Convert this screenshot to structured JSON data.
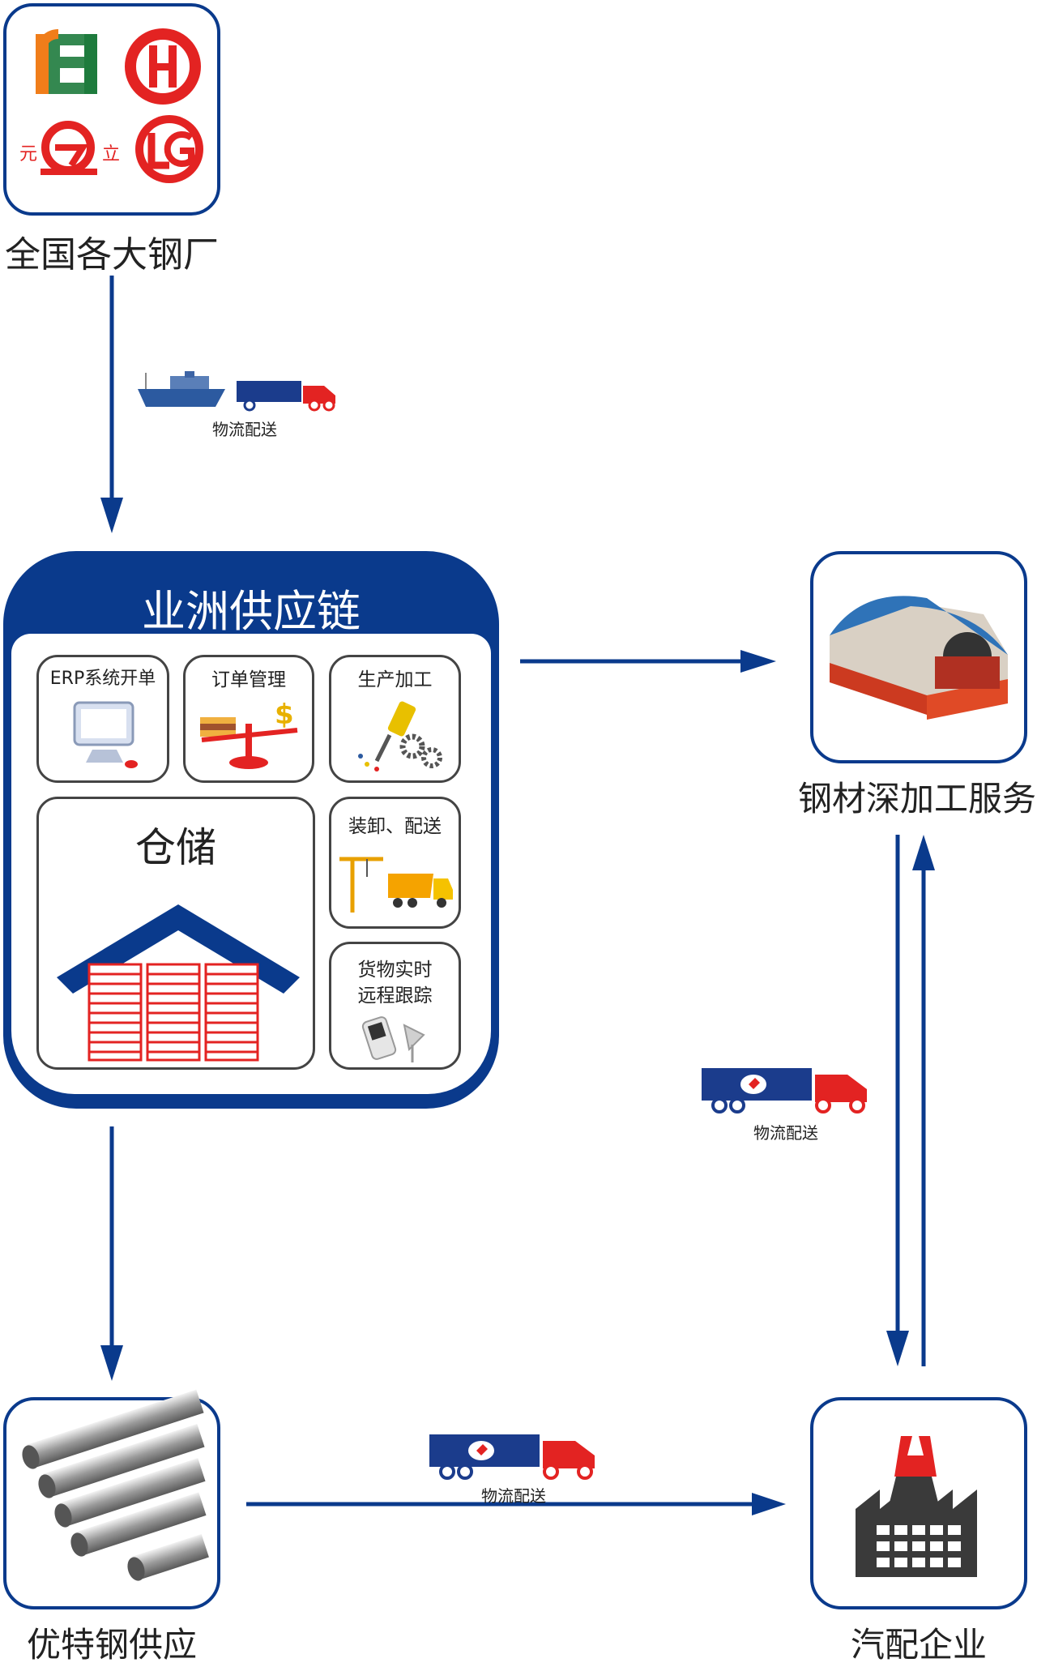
{
  "steel_mills": {
    "caption": "全国各大钢厂",
    "logo_left_text": "元",
    "logo_right_text": "立"
  },
  "logistics_label": "物流配送",
  "supply_chain": {
    "title": "业洲供应链",
    "modules": {
      "erp": "ERP系统开单",
      "order": "订单管理",
      "production": "生产加工",
      "warehouse": "仓储",
      "loading": "装卸、配送",
      "tracking_line1": "货物实时",
      "tracking_line2": "远程跟踪"
    }
  },
  "deep_processing": {
    "caption": "钢材深加工服务"
  },
  "special_steel": {
    "caption": "优特钢供应"
  },
  "auto_parts": {
    "caption": "汽配企业"
  },
  "colors": {
    "brand_blue": "#0a3a8c",
    "accent_red": "#e32322",
    "orange": "#f07d1a",
    "green": "#1e7b3d"
  }
}
